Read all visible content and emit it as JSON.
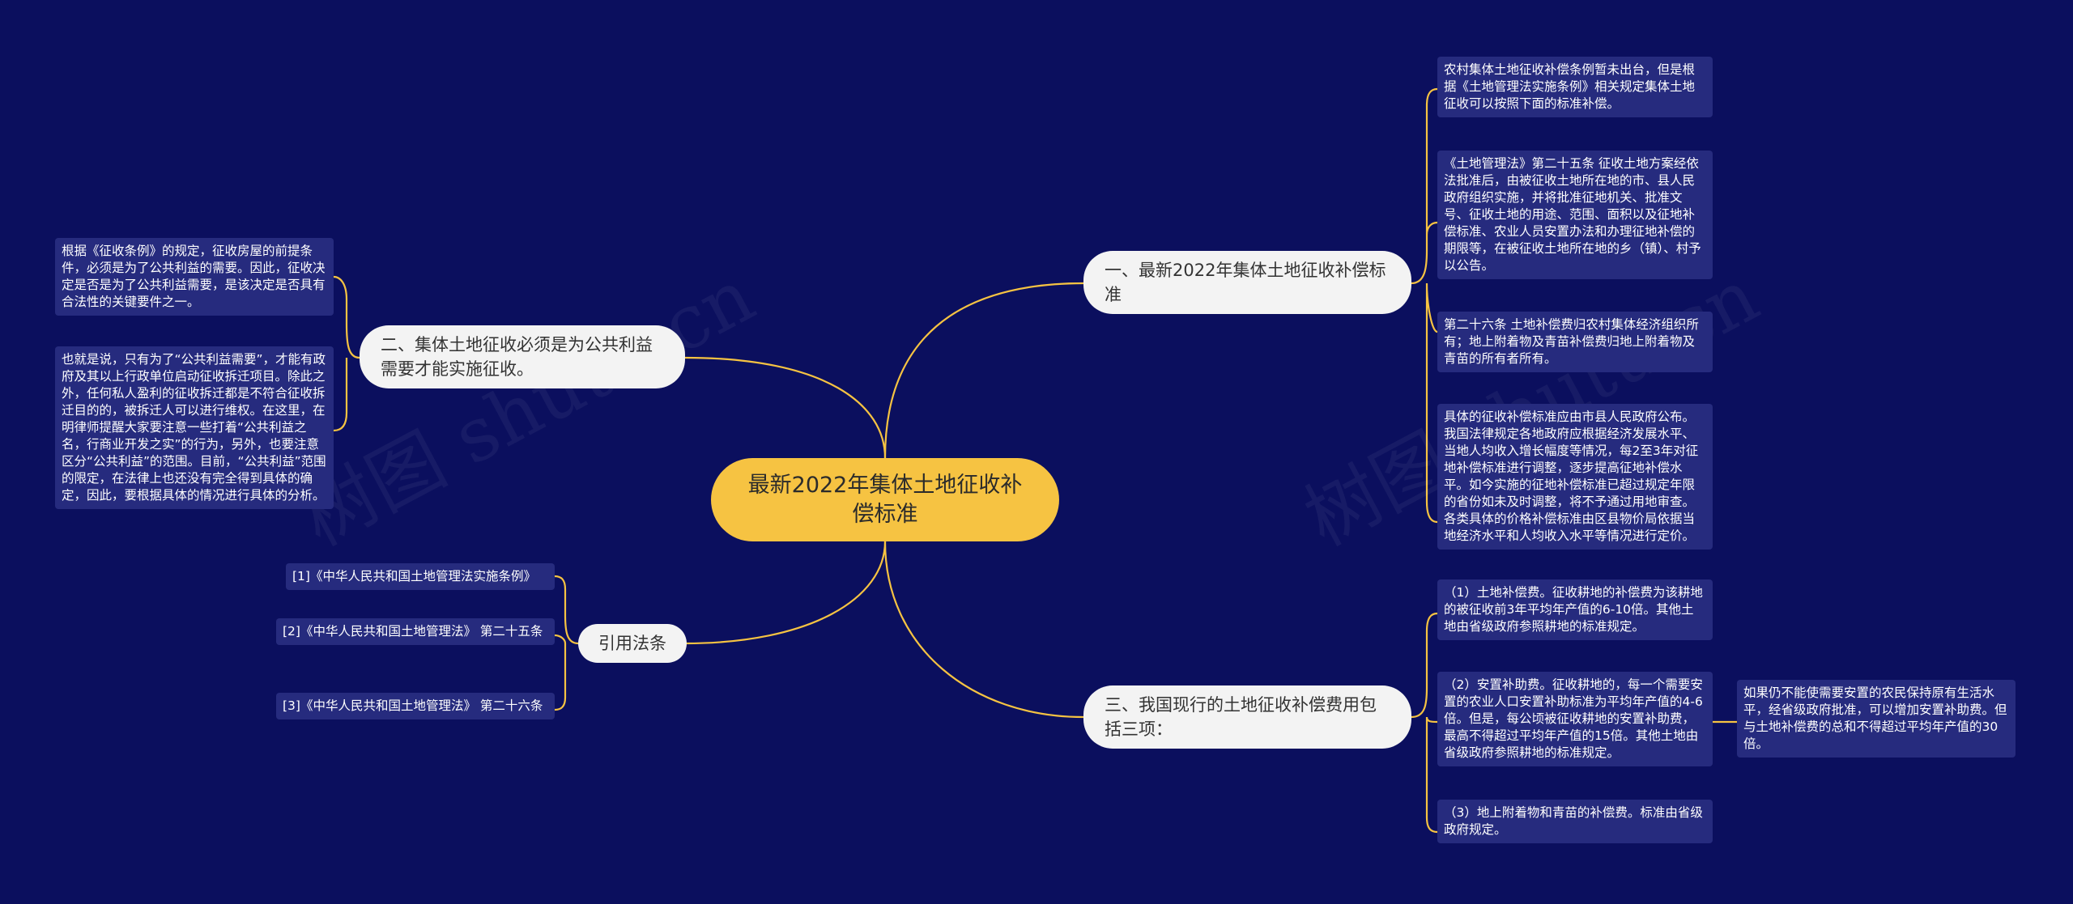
{
  "root": {
    "title": "最新2022年集体土地征收补偿标准"
  },
  "branches": {
    "b1": {
      "label": "一、最新2022年集体土地征收补偿标准",
      "children": [
        "农村集体土地征收补偿条例暂未出台，但是根据《土地管理法实施条例》相关规定集体土地征收可以按照下面的标准补偿。",
        "《土地管理法》第二十五条 征收土地方案经依法批准后，由被征收土地所在地的市、县人民政府组织实施，并将批准征地机关、批准文号、征收土地的用途、范围、面积以及征地补偿标准、农业人员安置办法和办理征地补偿的期限等，在被征收土地所在地的乡（镇）、村予以公告。",
        "第二十六条 土地补偿费归农村集体经济组织所有；地上附着物及青苗补偿费归地上附着物及青苗的所有者所有。",
        "具体的征收补偿标准应由市县人民政府公布。我国法律规定各地政府应根据经济发展水平、当地人均收入增长幅度等情况，每2至3年对征地补偿标准进行调整，逐步提高征地补偿水平。如今实施的征地补偿标准已超过规定年限的省份如未及时调整，将不予通过用地审查。各类具体的价格补偿标准由区县物价局依据当地经济水平和人均收入水平等情况进行定价。"
      ]
    },
    "b2": {
      "label": "二、集体土地征收必须是为公共利益需要才能实施征收。",
      "children": [
        "根据《征收条例》的规定，征收房屋的前提条件，必须是为了公共利益的需要。因此，征收决定是否是为了公共利益需要，是该决定是否具有合法性的关键要件之一。",
        "也就是说，只有为了“公共利益需要”，才能有政府及其以上行政单位启动征收拆迁项目。除此之外，任何私人盈利的征收拆迁都是不符合征收拆迁目的的，被拆迁人可以进行维权。在这里，在明律师提醒大家要注意一些打着“公共利益之名，行商业开发之实”的行为，另外，也要注意区分“公共利益”的范围。目前，“公共利益”范围的限定，在法律上也还没有完全得到具体的确定，因此，要根据具体的情况进行具体的分析。"
      ]
    },
    "b3": {
      "label": "三、我国现行的土地征收补偿费用包括三项：",
      "children": [
        "（1）土地补偿费。征收耕地的补偿费为该耕地的被征收前3年平均年产值的6-10倍。其他土地由省级政府参照耕地的标准规定。",
        "（2）安置补助费。征收耕地的，每一个需要安置的农业人口安置补助标准为平均年产值的4-6倍。但是，每公顷被征收耕地的安置补助费，最高不得超过平均年产值的15倍。其他土地由省级政府参照耕地的标准规定。",
        "（3）地上附着物和青苗的补偿费。标准由省级政府规定。"
      ],
      "grandchild": "如果仍不能使需要安置的农民保持原有生活水平，经省级政府批准，可以增加安置补助费。但与土地补偿费的总和不得超过平均年产值的30倍。"
    },
    "b4": {
      "label": "引用法条",
      "children": [
        "[1]《中华人民共和国土地管理法实施条例》",
        "[2]《中华人民共和国土地管理法》 第二十五条",
        "[3]《中华人民共和国土地管理法》 第二十六条"
      ]
    }
  },
  "watermark": [
    "树图 shutu.cn",
    "树图 shutu.cn"
  ],
  "colors": {
    "background": "#0b0f5e",
    "root_fill": "#f6c342",
    "branch_fill": "#f3f3f3",
    "leaf_fill": "#262b7e",
    "connector": "#f6c342"
  }
}
